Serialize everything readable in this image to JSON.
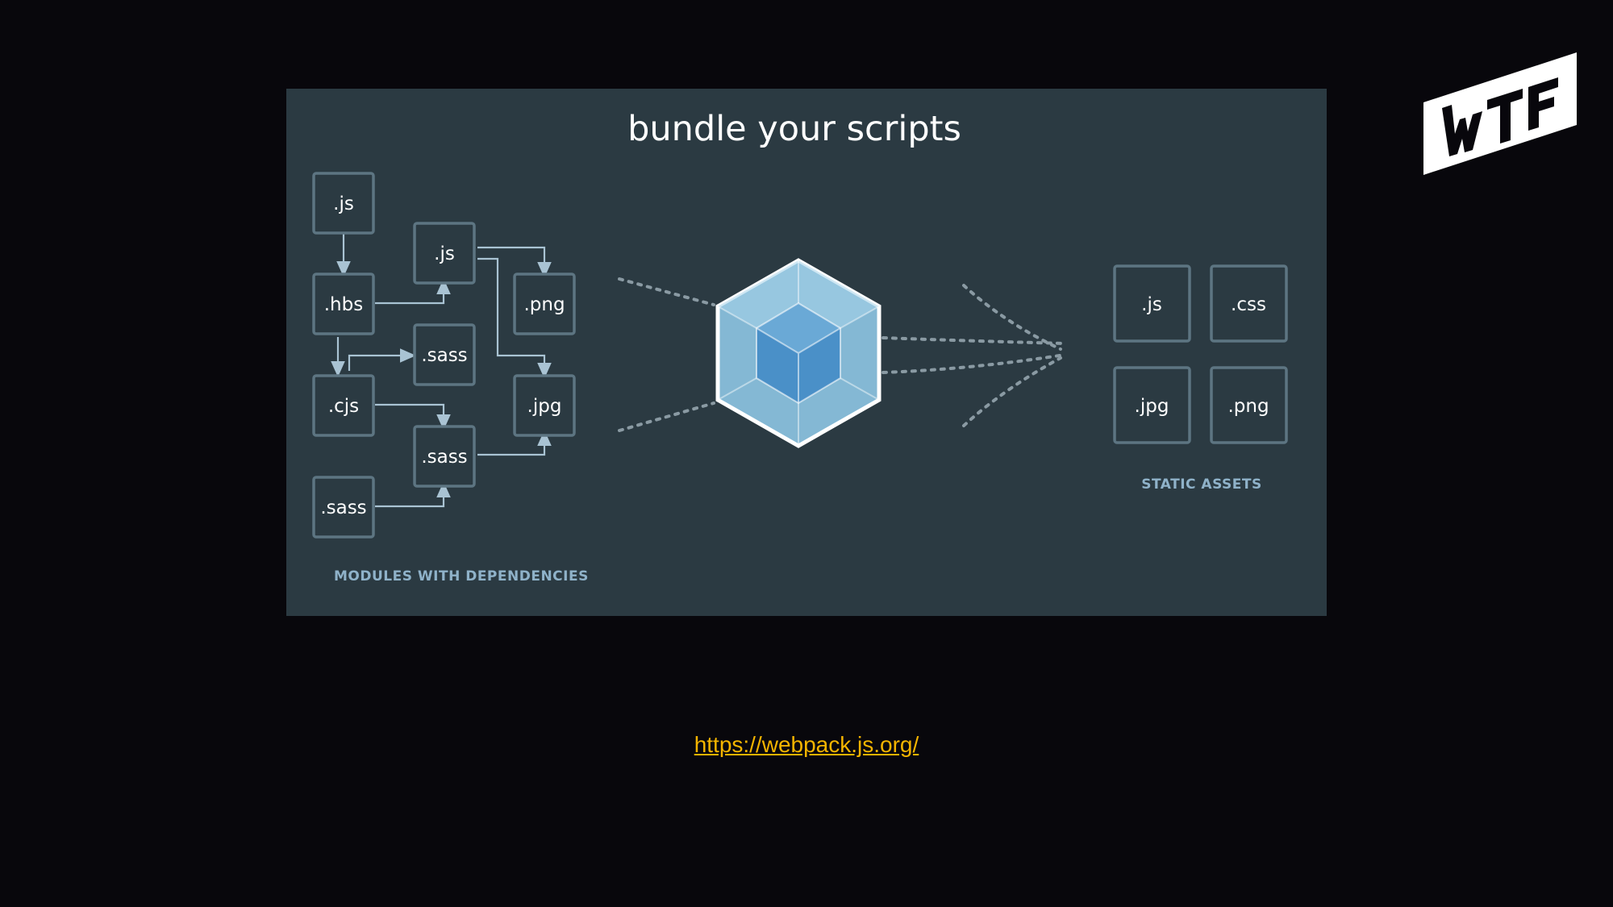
{
  "diagram": {
    "title": "bundle your scripts",
    "modules": [
      ".js",
      ".js",
      ".hbs",
      ".png",
      ".sass",
      ".cjs",
      ".jpg",
      ".sass",
      ".sass"
    ],
    "modules_caption": "MODULES WITH DEPENDENCIES",
    "assets": [
      ".js",
      ".css",
      ".jpg",
      ".png"
    ],
    "assets_caption": "STATIC ASSETS",
    "colors": {
      "panel": "#2b3a42",
      "box_border": "#5d7582",
      "caption": "#8fb2c9",
      "cube_outer": "#8ec6e4",
      "cube_inner": "#4a90c8"
    },
    "center_icon": "webpack-cube-icon"
  },
  "link": {
    "text": "https://webpack.js.org/",
    "color": "#f4b400"
  },
  "logo": {
    "text": "WTF",
    "icon": "wtf-logo-icon"
  }
}
